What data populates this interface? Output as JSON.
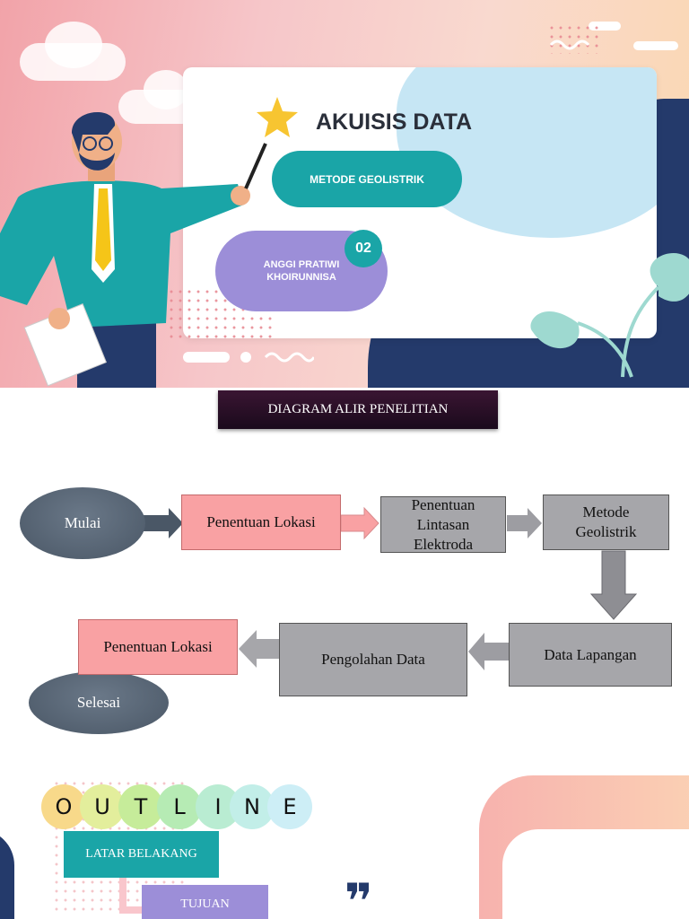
{
  "slide1": {
    "title": "AKUISIS DATA",
    "method_label": "METODE GEOLISTRIK",
    "author_label": "ANGGI PRATIWI KHOIRUNNISA",
    "badge": "02",
    "colors": {
      "teal": "#1aa5a7",
      "purple": "#9c8ed8",
      "navy": "#243a6b",
      "pink": "#f2a3a9"
    },
    "icons": [
      "star-icon",
      "teacher-illustration",
      "monstera-leaf-icon",
      "cloud-icon"
    ]
  },
  "slide2": {
    "header": "DIAGRAM ALIR PENELITIAN",
    "nodes": {
      "start": "Mulai",
      "location1": "Penentuan Lokasi",
      "electrode": "Penentuan Lintasan Elektroda",
      "method": "Metode Geolistrik",
      "field_data": "Data Lapangan",
      "processing": "Pengolahan Data",
      "location2": "Penentuan Lokasi",
      "end": "Selesai"
    }
  },
  "slide3": {
    "outline_letters": [
      "O",
      "U",
      "T",
      "L",
      "I",
      "N",
      "E"
    ],
    "outline_colors": [
      "#f8d98a",
      "#e3ee9c",
      "#c6ec9a",
      "#b6ebb4",
      "#b9ecd2",
      "#c2eee8",
      "#cdeef6"
    ],
    "item1": "LATAR BELAKANG",
    "item2": "TUJUAN",
    "quote_mark": "❞"
  }
}
